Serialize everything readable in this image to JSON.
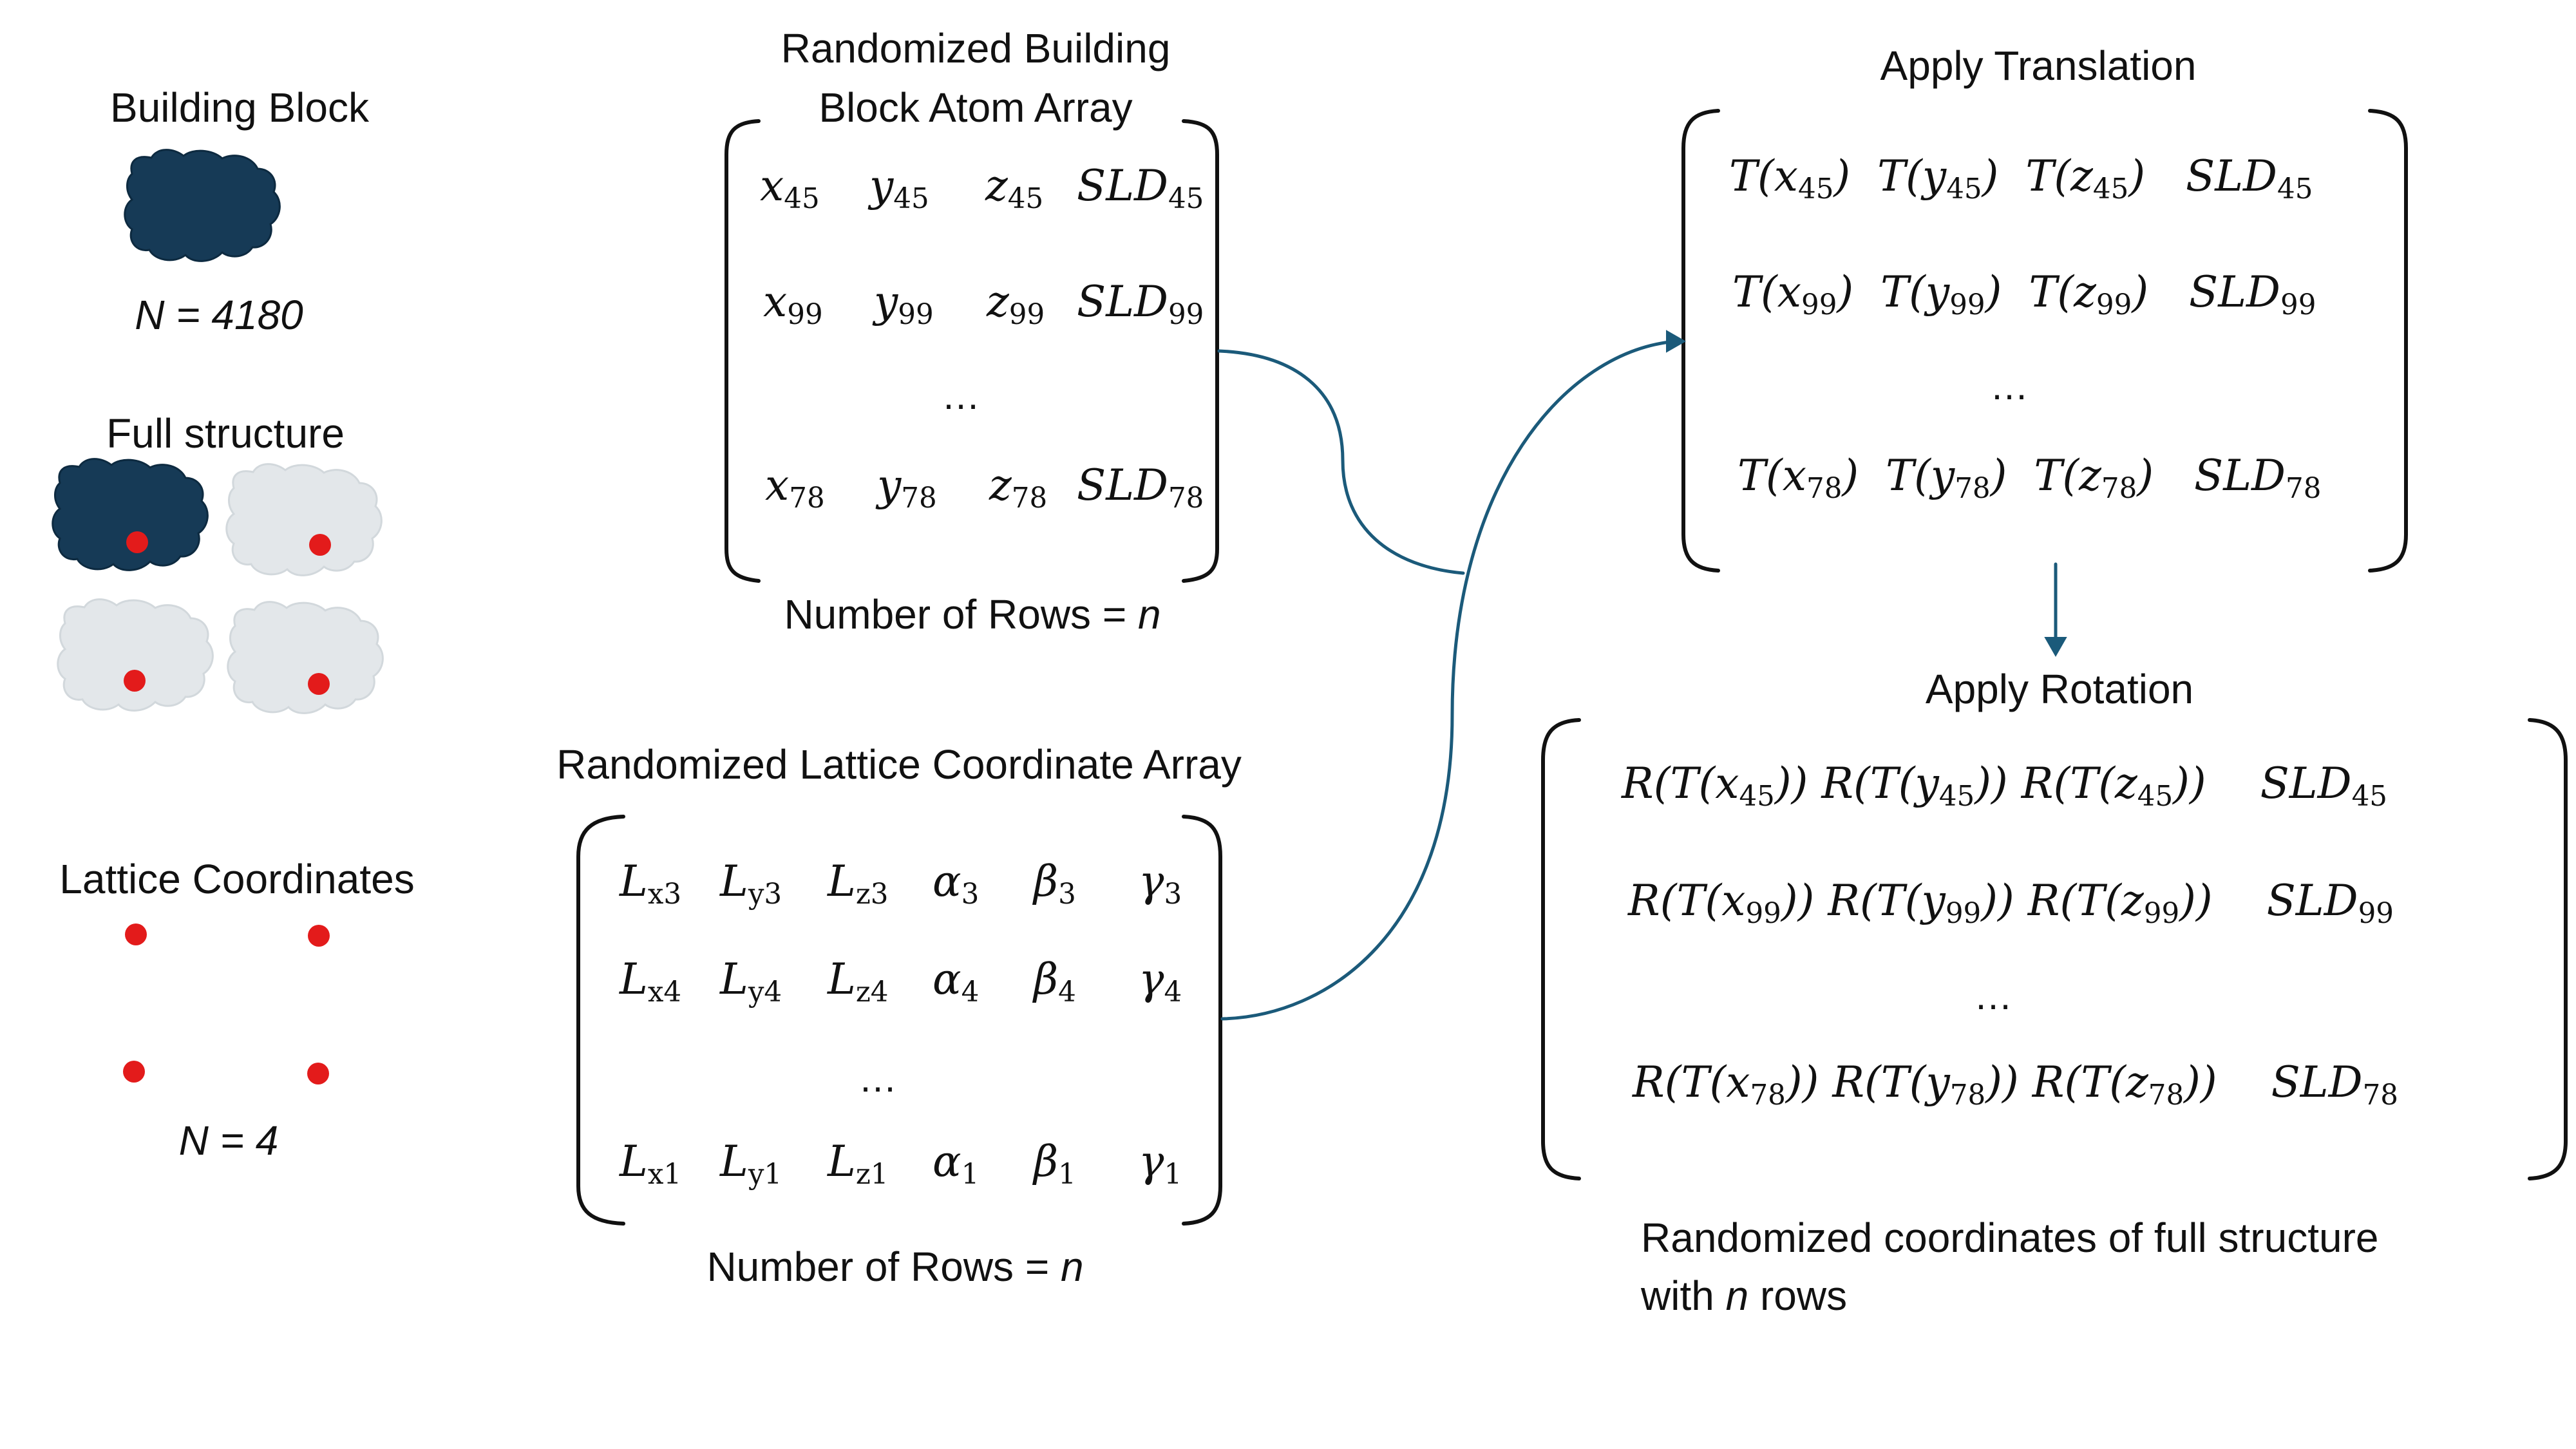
{
  "left_panel": {
    "building_block": {
      "title": "Building Block",
      "count_label": "N = 4180"
    },
    "full_structure": {
      "title": "Full structure"
    },
    "lattice": {
      "title": "Lattice Coordinates",
      "count_label": "N = 4"
    }
  },
  "atom_array": {
    "title_line1": "Randomized Building",
    "title_line2": "Block Atom Array",
    "rows": [
      [
        "x",
        "45",
        "y",
        "45",
        "z",
        "45",
        "SLD",
        "45"
      ],
      [
        "x",
        "99",
        "y",
        "99",
        "z",
        "99",
        "SLD",
        "99"
      ],
      [
        "x",
        "78",
        "y",
        "78",
        "z",
        "78",
        "SLD",
        "78"
      ]
    ],
    "ellipsis": "…",
    "rows_label": "Number of Rows = ",
    "rows_var": "n"
  },
  "lattice_array": {
    "title": "Randomized Lattice Coordinate Array",
    "rows": [
      [
        "L",
        "x3",
        "L",
        "y3",
        "L",
        "z3",
        "α",
        "3",
        "β",
        "3",
        "γ",
        "3"
      ],
      [
        "L",
        "x4",
        "L",
        "y4",
        "L",
        "z4",
        "α",
        "4",
        "β",
        "4",
        "γ",
        "4"
      ],
      [
        "L",
        "x1",
        "L",
        "y1",
        "L",
        "z1",
        "α",
        "1",
        "β",
        "1",
        "γ",
        "1"
      ]
    ],
    "ellipsis": "…",
    "rows_label": "Number of Rows = ",
    "rows_var": "n"
  },
  "translation": {
    "title": "Apply Translation",
    "rows": [
      [
        "T(x",
        "45",
        ")",
        "T(y",
        "45",
        ")",
        "T(z",
        "45",
        ")",
        "SLD",
        "45"
      ],
      [
        "T(x",
        "99",
        ")",
        "T(y",
        "99",
        ")",
        "T(z",
        "99",
        ")",
        "SLD",
        "99"
      ],
      [
        "T(x",
        "78",
        ")",
        "T(y",
        "78",
        ")",
        "T(z",
        "78",
        ")",
        "SLD",
        "78"
      ]
    ],
    "ellipsis": "…"
  },
  "rotation": {
    "title": "Apply Rotation",
    "rows": [
      [
        "R(T(x",
        "45",
        "))",
        "R(T(y",
        "45",
        "))",
        "R(T(z",
        "45",
        "))",
        "SLD",
        "45"
      ],
      [
        "R(T(x",
        "99",
        "))",
        "R(T(y",
        "99",
        "))",
        "R(T(z",
        "99",
        "))",
        "SLD",
        "99"
      ],
      [
        "R(T(x",
        "78",
        "))",
        "R(T(y",
        "78",
        "))",
        "R(T(z",
        "78",
        "))",
        "SLD",
        "78"
      ]
    ],
    "ellipsis": "…",
    "caption_line1": "Randomized coordinates of full structure",
    "caption_line2_pre": "with ",
    "caption_line2_var": "n",
    "caption_line2_post": " rows"
  },
  "colors": {
    "protein_dark": "#163a56",
    "protein_light": "#e3e7ea",
    "lattice_point": "#e31b1b",
    "connector": "#1b5a7a"
  }
}
